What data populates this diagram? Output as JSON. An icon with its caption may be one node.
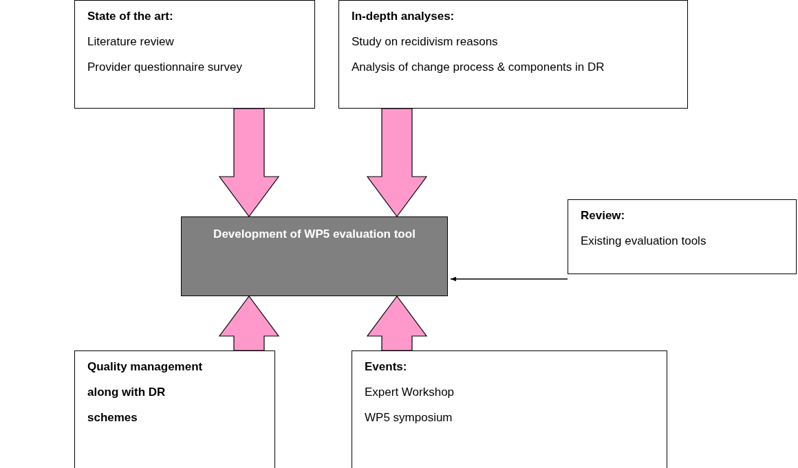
{
  "diagram": {
    "nodes": [
      {
        "text": [
          "State of the art:",
          "Literature review",
          "Provider questionnaire survey"
        ]
      },
      {
        "text": [
          "In-depth analyses:",
          "Study on recidivism reasons",
          "Analysis of change process & components in DR"
        ]
      },
      {
        "text": [
          "Development of WP5 evaluation tool"
        ]
      },
      {
        "text": [
          "Review:",
          "Existing evaluation tools"
        ]
      },
      {
        "text": [
          "Quality management along with DR schemes"
        ]
      },
      {
        "text": [
          "Events:",
          "Expert Workshop",
          "WP5 symposium"
        ]
      }
    ],
    "edges": [
      {
        "from": 0,
        "to": 2,
        "arrow": "to",
        "style": "thick"
      },
      {
        "from": 1,
        "to": 2,
        "arrow": "to",
        "style": "thick"
      },
      {
        "from": 4,
        "to": 2,
        "arrow": "to",
        "style": "thick"
      },
      {
        "from": 5,
        "to": 2,
        "arrow": "to",
        "style": "thick"
      },
      {
        "from": 3,
        "to": 2,
        "arrow": "to",
        "color": "#000000"
      }
    ]
  }
}
